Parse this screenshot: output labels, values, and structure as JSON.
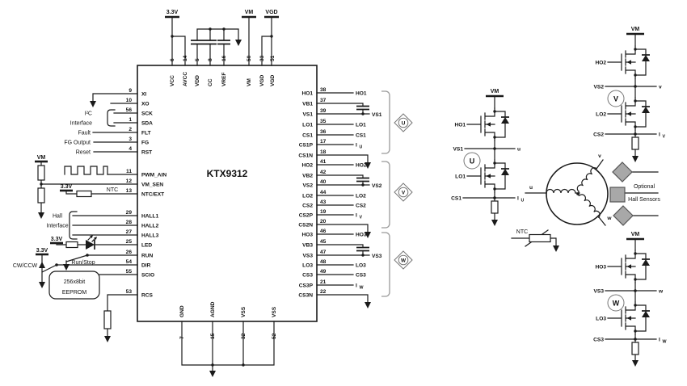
{
  "chip": {
    "name": "KTX9312"
  },
  "supplies": {
    "v33": "3.3V",
    "vm": "VM",
    "vgd": "VGD"
  },
  "top_pins": [
    {
      "num": "6",
      "name": "VCC"
    },
    {
      "num": "14",
      "name": "AVCC"
    },
    {
      "num": "5",
      "name": "VDD"
    },
    {
      "num": "8",
      "name": "CC"
    },
    {
      "num": "16",
      "name": "VREF"
    },
    {
      "num": "50",
      "name": "VM"
    },
    {
      "num": "33",
      "name": "VGD"
    },
    {
      "num": "51",
      "name": "VGD"
    }
  ],
  "left_pins": [
    {
      "num": "9",
      "name": "XI"
    },
    {
      "num": "10",
      "name": "XO"
    },
    {
      "num": "56",
      "name": "SCK"
    },
    {
      "num": "1",
      "name": "SDA"
    },
    {
      "num": "2",
      "name": "FLT"
    },
    {
      "num": "3",
      "name": "FG"
    },
    {
      "num": "4",
      "name": "RST"
    },
    {
      "num": "11",
      "name": "PWM_AIN"
    },
    {
      "num": "12",
      "name": "VM_SEN"
    },
    {
      "num": "13",
      "name": "NTC/EXT"
    },
    {
      "num": "29",
      "name": "HALL1"
    },
    {
      "num": "28",
      "name": "HALL2"
    },
    {
      "num": "27",
      "name": "HALL3"
    },
    {
      "num": "25",
      "name": "LED"
    },
    {
      "num": "26",
      "name": "RUN"
    },
    {
      "num": "54",
      "name": "DIR"
    },
    {
      "num": "55",
      "name": "SCIO"
    },
    {
      "num": "53",
      "name": "RCS"
    }
  ],
  "bottom_pins": [
    {
      "num": "7",
      "name": "GND"
    },
    {
      "num": "15",
      "name": "AGND"
    },
    {
      "num": "32",
      "name": "VSS"
    },
    {
      "num": "52",
      "name": "VSS"
    }
  ],
  "right_pins": [
    {
      "num": "38",
      "name": "HO1",
      "ext": "HO1"
    },
    {
      "num": "37",
      "name": "VB1",
      "ext": ""
    },
    {
      "num": "39",
      "name": "VS1",
      "ext": "VS1"
    },
    {
      "num": "35",
      "name": "LO1",
      "ext": "LO1"
    },
    {
      "num": "36",
      "name": "CS1",
      "ext": "CS1"
    },
    {
      "num": "17",
      "name": "CS1P",
      "ext": "I",
      "sub": "U"
    },
    {
      "num": "18",
      "name": "CS1N",
      "ext": ""
    },
    {
      "num": "41",
      "name": "HO2",
      "ext": "HO2"
    },
    {
      "num": "42",
      "name": "VB2",
      "ext": ""
    },
    {
      "num": "40",
      "name": "VS2",
      "ext": "VS2"
    },
    {
      "num": "44",
      "name": "LO2",
      "ext": "LO2"
    },
    {
      "num": "43",
      "name": "CS2",
      "ext": "CS2"
    },
    {
      "num": "19",
      "name": "CS2P",
      "ext": "I",
      "sub": "V"
    },
    {
      "num": "20",
      "name": "CS2N",
      "ext": ""
    },
    {
      "num": "46",
      "name": "HO3",
      "ext": "HO3"
    },
    {
      "num": "45",
      "name": "VB3",
      "ext": ""
    },
    {
      "num": "47",
      "name": "VS3",
      "ext": "VS3"
    },
    {
      "num": "48",
      "name": "LO3",
      "ext": "LO3"
    },
    {
      "num": "49",
      "name": "CS3",
      "ext": "CS3"
    },
    {
      "num": "21",
      "name": "CS3P",
      "ext": "I",
      "sub": "W"
    },
    {
      "num": "22",
      "name": "CS3N",
      "ext": ""
    }
  ],
  "phase_markers": [
    "U",
    "V",
    "W"
  ],
  "left_labels": {
    "i2c": "I²C",
    "i2c2": "Interface",
    "fault": "Fault",
    "fg_output": "FG Output",
    "reset": "Reset",
    "vm": "VM",
    "v33_ntc": "3.3V",
    "ntc": "NTC",
    "hall": "Hall",
    "hall2": "Interface",
    "v33_led": "3.3V",
    "v33_dir": "3.3V",
    "run_stop": "Run/Stop",
    "cw_ccw": "CW/CCW",
    "eeprom1": "256x8bit",
    "eeprom2": "EEPROM"
  },
  "bridges": [
    {
      "vm": "VM",
      "hg": "HO1",
      "vs": "VS1",
      "net": "u",
      "marker": "U",
      "lg": "LO1",
      "cs": "CS1",
      "cur": "I",
      "cur_sub": "U"
    },
    {
      "vm": "VM",
      "hg": "HO2",
      "vs": "VS2",
      "net": "v",
      "marker": "V",
      "lg": "LO2",
      "cs": "CS2",
      "cur": "I",
      "cur_sub": "V"
    },
    {
      "vm": "VM",
      "hg": "HO3",
      "vs": "VS3",
      "net": "w",
      "marker": "W",
      "lg": "LO3",
      "cs": "CS3",
      "cur": "I",
      "cur_sub": "W"
    }
  ],
  "motor": {
    "u": "u",
    "v": "v",
    "w": "w"
  },
  "sensors": {
    "line1": "Optional",
    "line2": "Hall Sensors"
  },
  "ntc_label": "NTC",
  "colors": {
    "wire": "#1a1a1a",
    "sensor_fill": "#a8a8a8",
    "bracket": "#9a9a9a"
  }
}
